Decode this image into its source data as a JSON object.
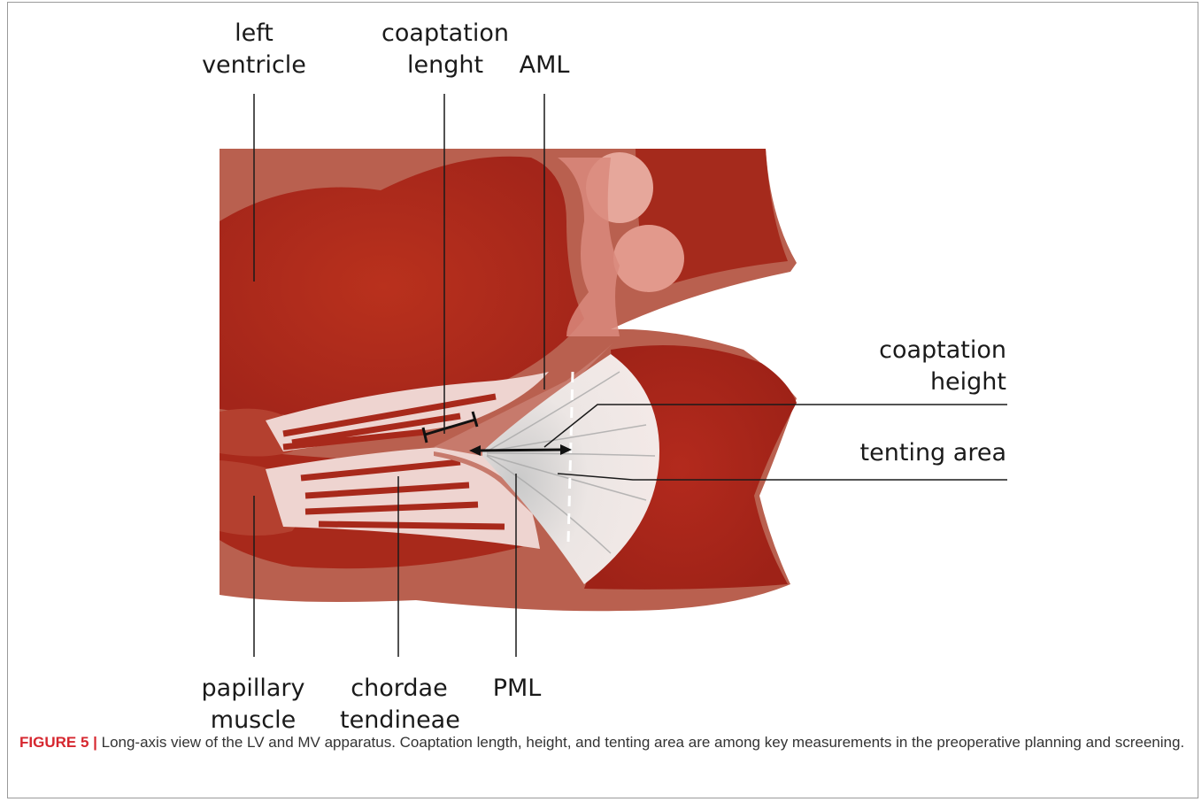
{
  "labels": {
    "left_ventricle": "left\nventricle",
    "coaptation_length": "coaptation\nlenght",
    "aml": "AML",
    "coaptation_height": "coaptation\nheight",
    "tenting_area": "tenting area",
    "papillary_muscle": "papillary\nmuscle",
    "chordae_tendineae": "chordae\ntendineae",
    "pml": "PML"
  },
  "caption": {
    "figure_id": "FIGURE 5 |",
    "text": " Long-axis view of the LV and MV apparatus. Coaptation length, height, and tenting area are among key measurements in the preoperative planning and screening."
  },
  "colors": {
    "myocardium_outer": "#b9604f",
    "myocardium_inner": "#a52a1c",
    "valve_tissue": "#e8c8c2",
    "leaflet": "#f1e4e1",
    "caption_accent": "#d6272f",
    "leader_line": "#1a1a1a"
  }
}
